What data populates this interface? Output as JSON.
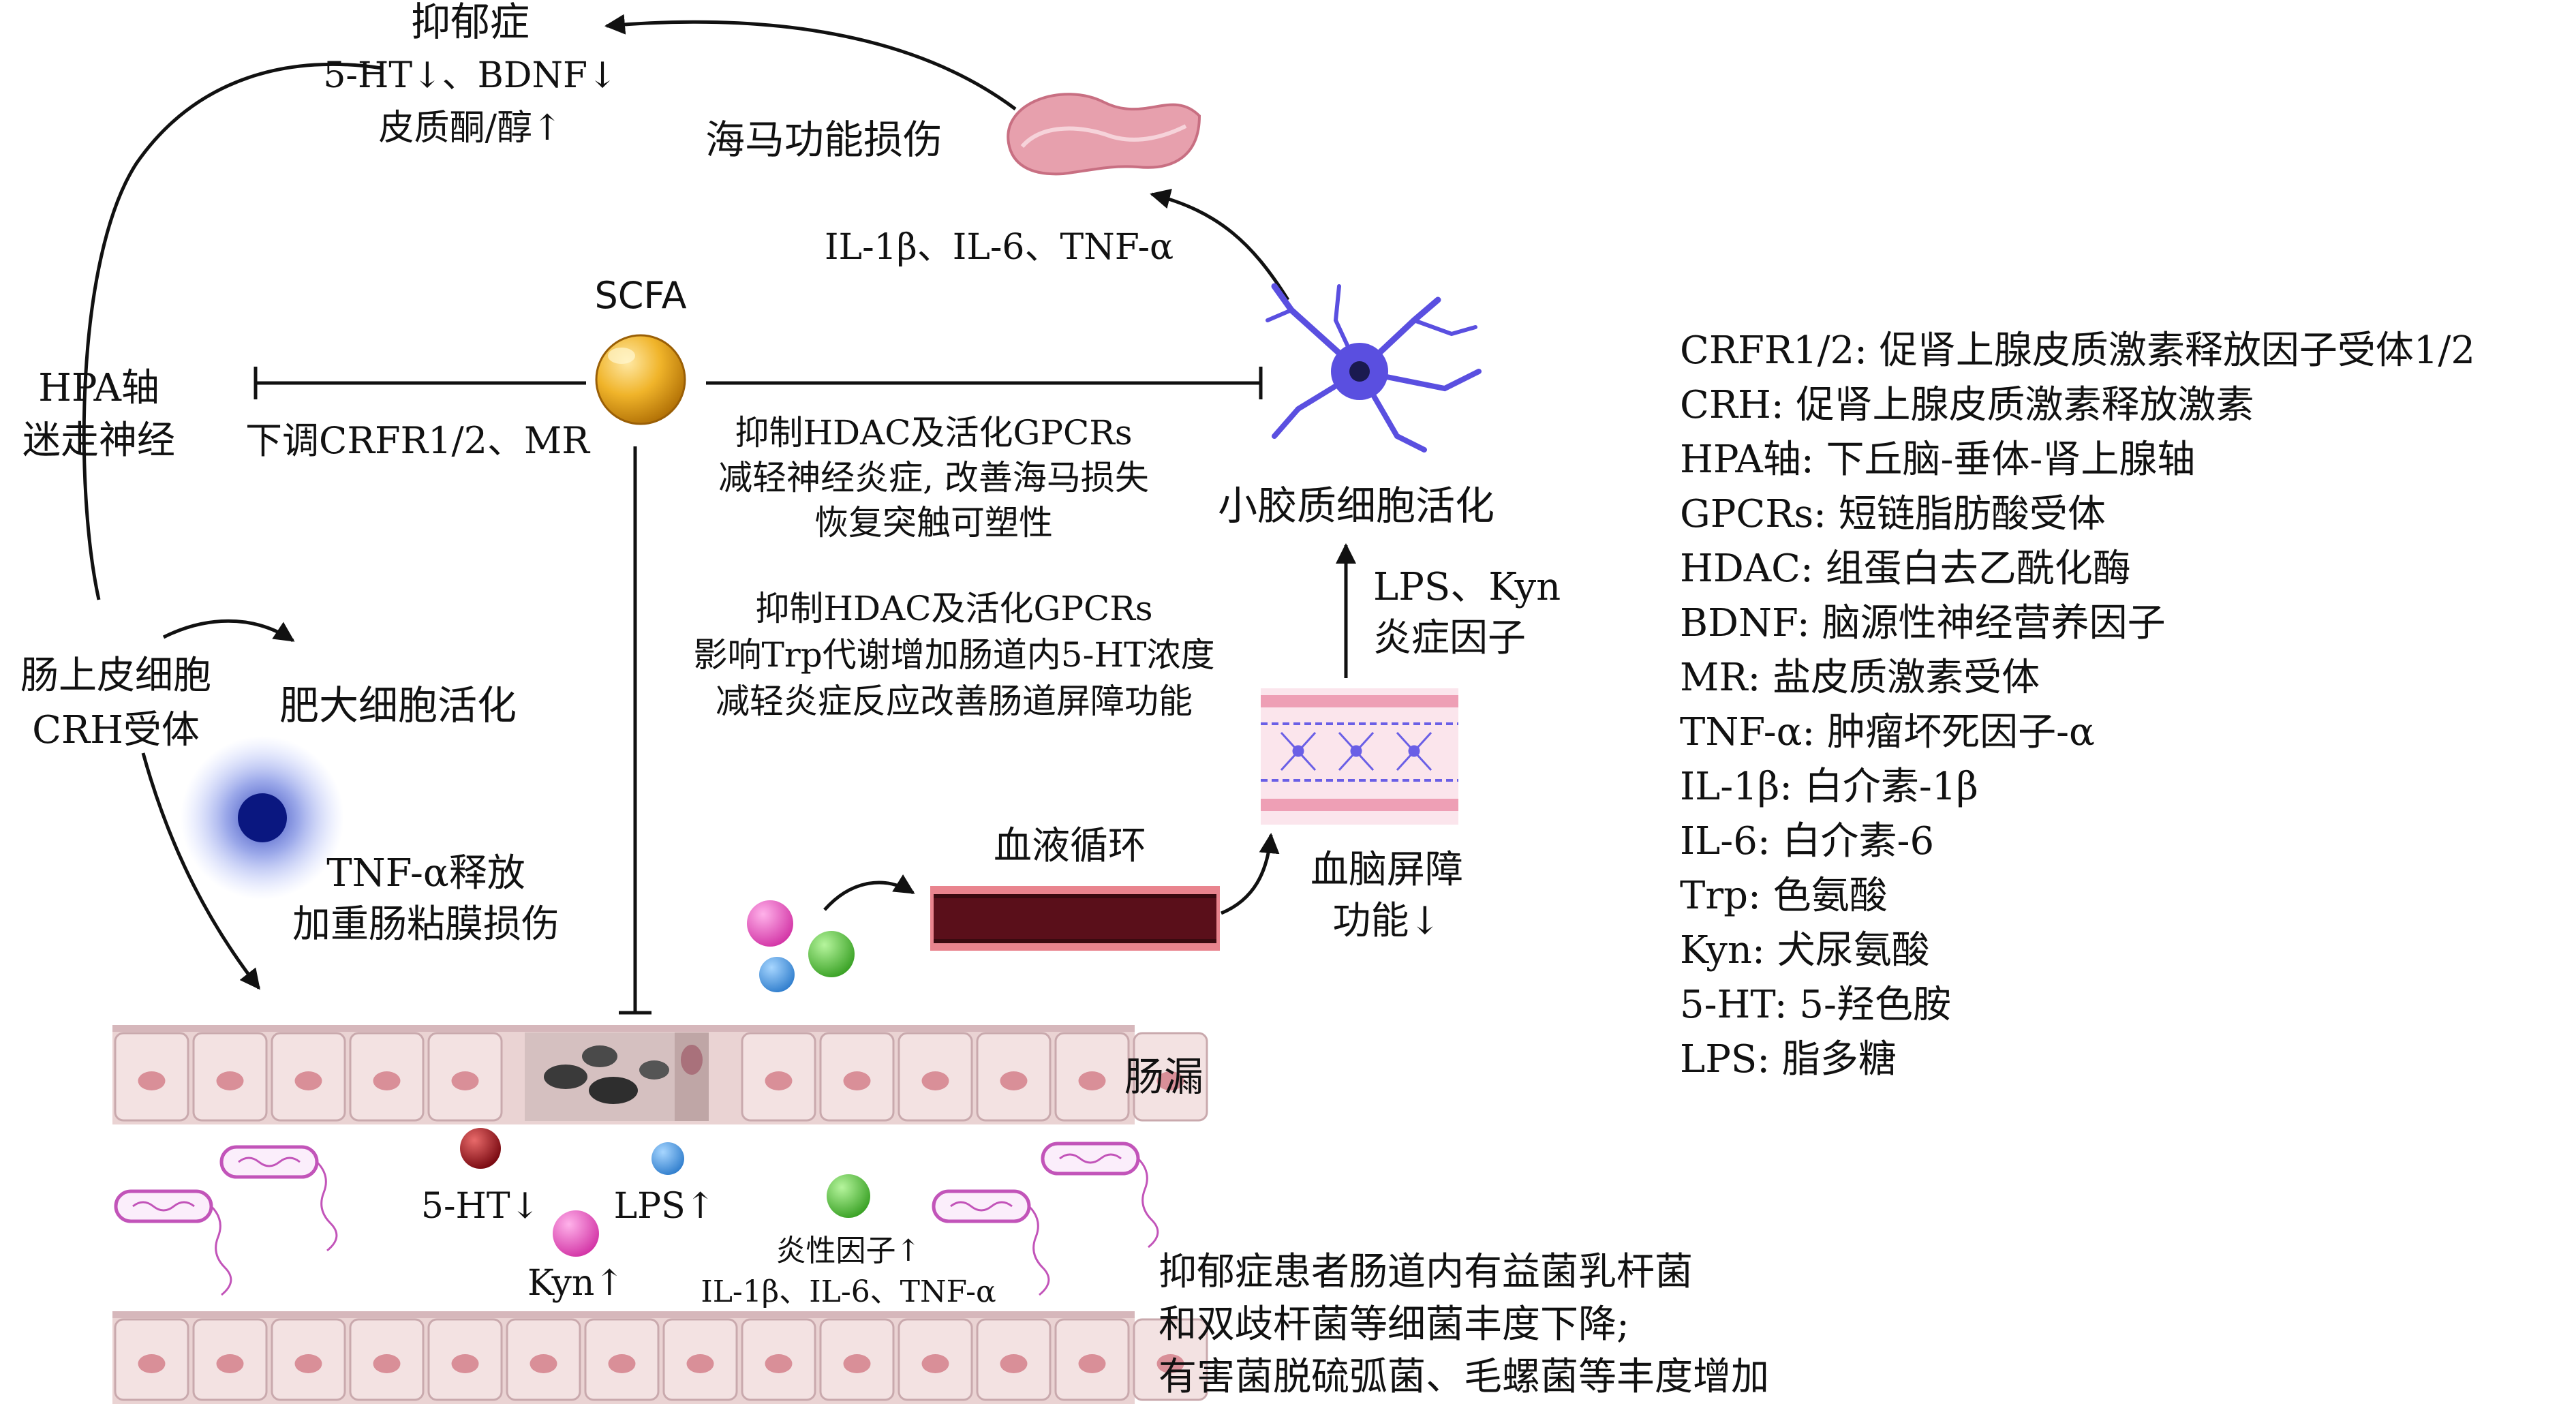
{
  "nodes": {
    "depression": {
      "line1": "抑郁症",
      "line2": "5-HT↓、BDNF↓",
      "line3": "皮质酮/醇↑"
    },
    "hippocampus": {
      "label": "海马功能损伤"
    },
    "hippo_cytokines": {
      "label": "IL-1β、IL-6、TNF-α"
    },
    "hpa": {
      "line1": "HPA轴",
      "line2": "迷走神经"
    },
    "scfa": {
      "label": "SCFA"
    },
    "scfa_down": {
      "label": "下调CRFR1/2、MR"
    },
    "scfa_brain": {
      "line1": "抑制HDAC及活化GPCRs",
      "line2": "减轻神经炎症, 改善海马损失",
      "line3": "恢复突触可塑性"
    },
    "scfa_gut": {
      "line1": "抑制HDAC及活化GPCRs",
      "line2": "影响Trp代谢增加肠道内5-HT浓度",
      "line3": "减轻炎症反应改善肠道屏障功能"
    },
    "microglia": {
      "label": "小胶质细胞活化"
    },
    "lps_kyn": {
      "line1": "LPS、Kyn",
      "line2": "炎症因子"
    },
    "epithelium": {
      "line1": "肠上皮细胞",
      "line2": "CRH受体"
    },
    "mast": {
      "label": "肥大细胞活化"
    },
    "tnf": {
      "line1": "TNF-α释放",
      "line2": "加重肠粘膜损伤"
    },
    "circulation": {
      "label": "血液循环"
    },
    "bbb": {
      "line1": "血脑屏障",
      "line2": "功能↓"
    },
    "leaky_gut": {
      "label": "肠漏"
    },
    "serotonin": {
      "label": "5-HT↓"
    },
    "lps": {
      "label": "LPS↑"
    },
    "kyn": {
      "label": "Kyn↑"
    },
    "inflammatory": {
      "line1": "炎性因子↑",
      "line2": "IL-1β、IL-6、TNF-α"
    },
    "bacteria_note": {
      "line1": "抑郁症患者肠道内有益菌乳杆菌",
      "line2": "和双歧杆菌等细菌丰度下降;",
      "line3": "有害菌脱硫弧菌、毛螺菌等丰度增加"
    }
  },
  "legend": [
    "CRFR1/2: 促肾上腺皮质激素释放因子受体1/2",
    "CRH: 促肾上腺皮质激素释放激素",
    "HPA轴: 下丘脑-垂体-肾上腺轴",
    "GPCRs: 短链脂肪酸受体",
    "HDAC: 组蛋白去乙酰化酶",
    "BDNF: 脑源性神经营养因子",
    "MR: 盐皮质激素受体",
    "TNF-α: 肿瘤坏死因子-α",
    "IL-1β: 白介素-1β",
    "IL-6: 白介素-6",
    "Trp: 色氨酸",
    "Kyn: 犬尿氨酸",
    "5-HT: 5-羟色胺",
    "LPS: 脂多糖"
  ],
  "colors": {
    "scfa_ball": "#e8a417",
    "neuron": "#5a4fe0",
    "hippocampus": "#e7a0ad",
    "gut_cell": "#ead3d3",
    "gut_nucleus": "#d98f98",
    "vessel": "#5a0f1a",
    "bbb_pink": "#ee9fb5",
    "bbb_blue": "#6a5fe6",
    "ball_red": "#8b0d14",
    "ball_blue": "#3f8fe0",
    "ball_pink": "#e040b0",
    "ball_green": "#3fb52c",
    "mast": "#1d2fb0",
    "bacteria": "#c254b9"
  }
}
